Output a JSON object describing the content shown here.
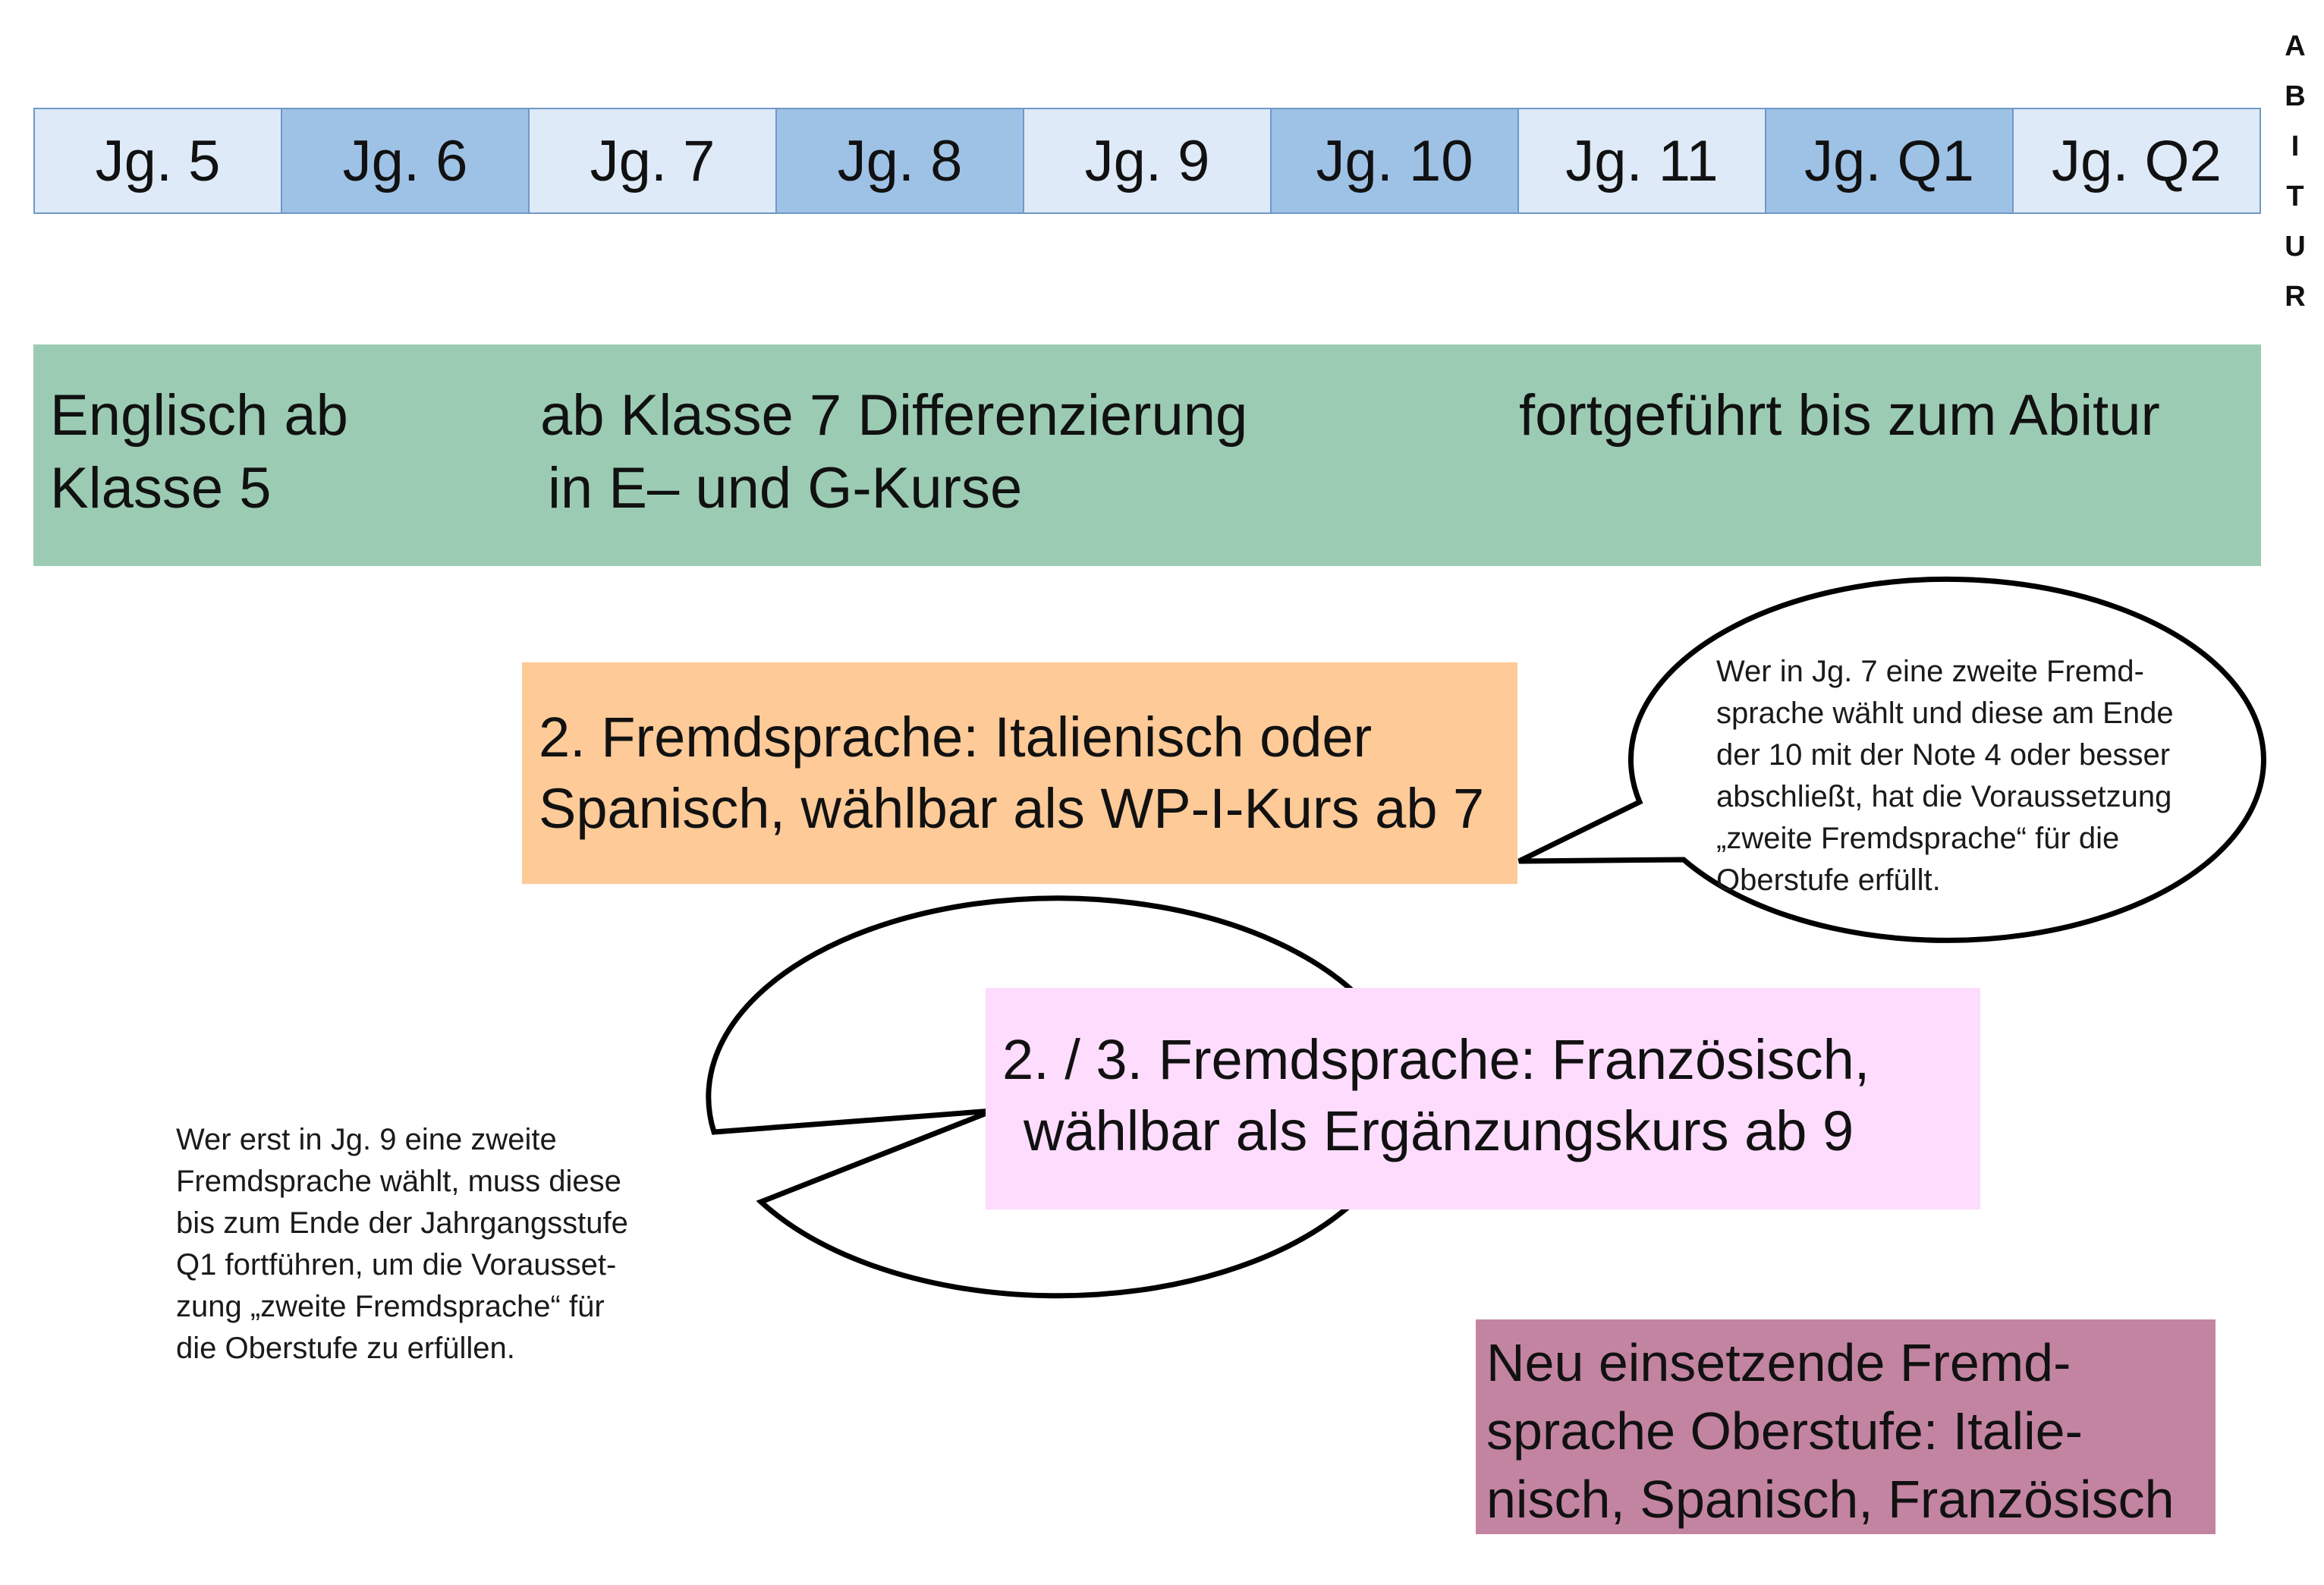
{
  "grades": [
    "Jg. 5",
    "Jg. 6",
    "Jg. 7",
    "Jg. 8",
    "Jg. 9",
    "Jg. 10",
    "Jg. 11",
    "Jg. Q1",
    "Jg. Q2"
  ],
  "abitur_letters": [
    "A",
    "B",
    "I",
    "T",
    "U",
    "R"
  ],
  "english": {
    "col1_line1": "Englisch ab",
    "col1_line2": "Klasse 5",
    "col2_line1": "ab Klasse 7 Differenzierung",
    "col2_line2": "in E– und G-Kurse",
    "col3": "fortgeführt bis zum Abitur"
  },
  "second_language": {
    "line1": "2. Fremdsprache: Italienisch oder",
    "line2": "Spanisch, wählbar als WP-I-Kurs ab 7"
  },
  "third_language": {
    "line1": "2. / 3. Fremdsprache: Französisch,",
    "line2": "wählbar als Ergänzungskurs ab 9"
  },
  "new_language": {
    "line1": "Neu einsetzende Fremd-",
    "line2": "sprache Oberstufe: Italie-",
    "line3": "nisch, Spanisch, Französisch"
  },
  "bubble_right": [
    "Wer in Jg. 7 eine zweite Fremd-",
    "sprache wählt und diese am Ende",
    "der 10 mit der Note 4 oder besser",
    "abschließt, hat die Voraussetzung",
    "„zweite Fremdsprache“ für die",
    "Oberstufe erfüllt."
  ],
  "bubble_left": [
    "Wer erst in Jg. 9 eine zweite",
    "Fremdsprache wählt, muss diese",
    "bis zum Ende der Jahrgangsstufe",
    "Q1 fortführen, um die Vorausset-",
    "zung „zweite Fremdsprache“ für",
    "die Oberstufe zu erfüllen."
  ],
  "colors": {
    "grade_light": "#deeaf7",
    "grade_dark": "#9ec2e6",
    "english_band": "#9ccbb4",
    "orange_box": "#fdca98",
    "pink_box": "#fddcfd",
    "mauve_box": "#c384a1"
  }
}
